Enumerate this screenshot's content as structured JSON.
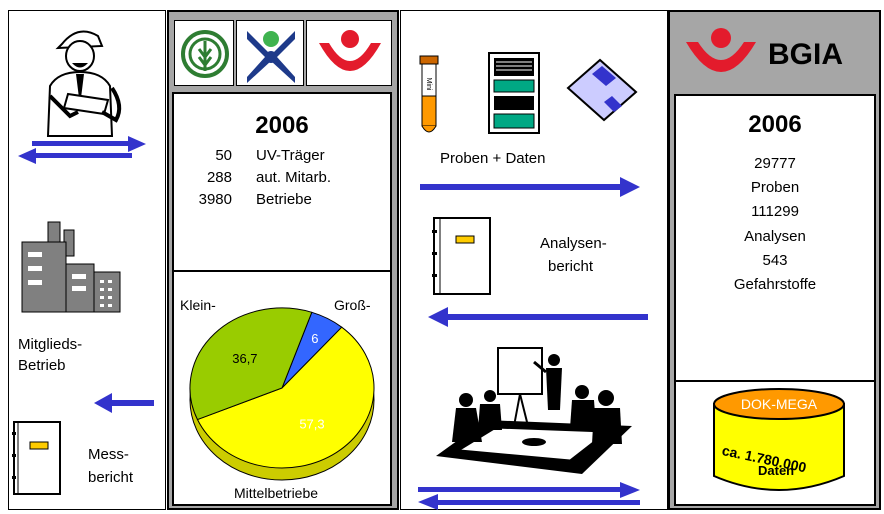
{
  "colors": {
    "gray_frame": "#a6a6a6",
    "arrow_blue": "#3333cc",
    "pie_green": "#99cc00",
    "pie_yellow": "#ffff00",
    "pie_blue": "#3366ff",
    "bgia_red": "#e31b2c"
  },
  "left": {
    "arrow_label_icon": "double-arrow-icon",
    "mitglieds_line1": "Mitglieds-",
    "mitglieds_line2": "Betrieb",
    "mess_line1": "Mess-",
    "mess_line2": "bericht"
  },
  "uv": {
    "year": "2006",
    "rows": [
      {
        "num": "50",
        "label": "UV-Träger"
      },
      {
        "num": "288",
        "label": "aut. Mitarb."
      },
      {
        "num": "3980",
        "label": "Betriebe"
      }
    ],
    "pie_label_klein": "Klein-",
    "pie_label_gross": "Groß-",
    "pie_label_mittel": "Mittelbetriebe"
  },
  "chart_data": {
    "type": "pie",
    "slices": [
      {
        "name": "Klein-",
        "value": 36.7,
        "label": "36,7",
        "color": "#99cc00"
      },
      {
        "name": "Groß-",
        "value": 6,
        "label": "6",
        "color": "#3366ff"
      },
      {
        "name": "Mittelbetriebe",
        "value": 57.3,
        "label": "57,3",
        "color": "#ffff00"
      }
    ]
  },
  "middle": {
    "proben_daten": "Proben + Daten",
    "analysen_line1": "Analysen-",
    "analysen_line2": "bericht",
    "vial_label": "Mini"
  },
  "bgia": {
    "title": "BGIA",
    "year": "2006",
    "stats": [
      "29777",
      "Proben",
      "111299",
      "Analysen",
      "543",
      "Gefahrstoffe"
    ],
    "db_label": "DOK-MEGA",
    "db_line1": "ca. 1.780.000",
    "db_line2": "Daten"
  }
}
